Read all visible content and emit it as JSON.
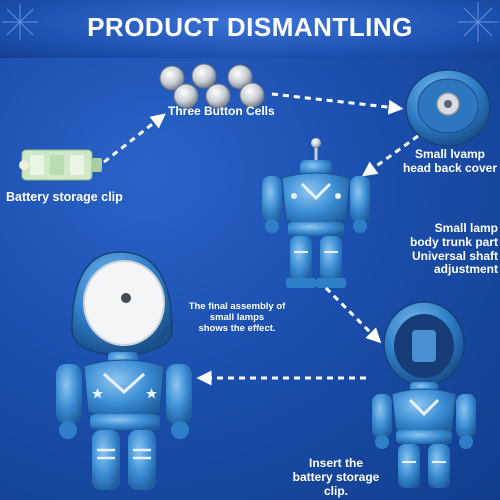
{
  "title": "PRODUCT DISMANTLING",
  "labels": {
    "button_cells": "Three Button Cells",
    "battery_clip": "Battery storage clip",
    "cover_line1": "Small lvamp",
    "cover_line2": "head back cover",
    "trunk_line1": "Small lamp",
    "trunk_line2": "body trunk part",
    "trunk_line3": "Universal shaft adjustment",
    "assembly_line1": "The final assembly of",
    "assembly_line2": "small lamps",
    "assembly_line3": "shows the effect.",
    "insert_line1": "Insert the",
    "insert_line2": "battery storage clip."
  },
  "colors": {
    "background": "#1b4fae",
    "robot_blue": "#3d8fd6",
    "robot_dark": "#1f5f9e",
    "arrow": "#ffffff",
    "text": "#ffffff"
  },
  "icons": [
    "fireworks-icon",
    "button-cell-icon",
    "battery-clip-icon",
    "lamp-head-cover-icon",
    "robot-body-icon",
    "robot-lamp-icon",
    "robot-assembled-icon"
  ]
}
